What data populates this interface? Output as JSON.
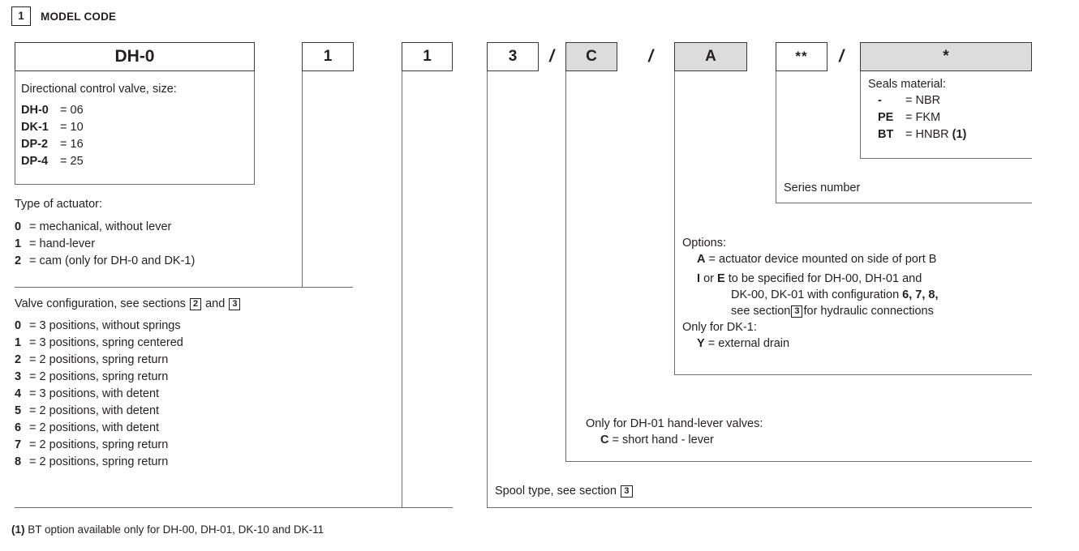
{
  "section": {
    "number": "1",
    "title": "MODEL CODE"
  },
  "code_boxes": [
    {
      "value": "DH-0",
      "shaded": false
    },
    {
      "value": "1",
      "shaded": false
    },
    {
      "value": "1",
      "shaded": false
    },
    {
      "value": "3",
      "shaded": false
    },
    {
      "value": "C",
      "shaded": true
    },
    {
      "value": "A",
      "shaded": true
    },
    {
      "value": "**",
      "shaded": false
    },
    {
      "value": "*",
      "shaded": true
    }
  ],
  "separators": {
    "slash": "/"
  },
  "size_block": {
    "heading": "Directional control valve, size:",
    "items": [
      {
        "key": "DH-0",
        "eq": "=",
        "value": "06"
      },
      {
        "key": "DK-1",
        "eq": "=",
        "value": "10"
      },
      {
        "key": "DP-2",
        "eq": "=",
        "value": "16"
      },
      {
        "key": "DP-4",
        "eq": "=",
        "value": "25"
      }
    ]
  },
  "actuator_block": {
    "heading": "Type of actuator:",
    "items": [
      {
        "key": "0",
        "eq": "=",
        "value": "mechanical, without lever"
      },
      {
        "key": "1",
        "eq": "=",
        "value": "hand-lever"
      },
      {
        "key": "2",
        "eq": "=",
        "value": "cam (only for DH-0 and DK-1)"
      }
    ]
  },
  "configuration_block": {
    "heading_pre": "Valve configuration, see sections",
    "heading_ref1": "2",
    "heading_mid": "and",
    "heading_ref2": "3",
    "items": [
      {
        "key": "0",
        "eq": "=",
        "value": "3 positions, without springs"
      },
      {
        "key": "1",
        "eq": "=",
        "value": "3 positions, spring centered"
      },
      {
        "key": "2",
        "eq": "=",
        "value": "2 positions, spring return"
      },
      {
        "key": "3",
        "eq": "=",
        "value": "2 positions, spring return"
      },
      {
        "key": "4",
        "eq": "=",
        "value": "3 positions, with detent"
      },
      {
        "key": "5",
        "eq": "=",
        "value": "2 positions, with detent"
      },
      {
        "key": "6",
        "eq": "=",
        "value": "2 positions, with detent"
      },
      {
        "key": "7",
        "eq": "=",
        "value": "2 positions, spring return"
      },
      {
        "key": "8",
        "eq": "=",
        "value": "2 positions, spring return"
      }
    ]
  },
  "spool_block": {
    "text_pre": "Spool type, see section",
    "ref": "3"
  },
  "hand_lever_block": {
    "heading": "Only for DH-01 hand-lever valves:",
    "item": {
      "key": "C",
      "eq": "=",
      "value": "short hand - lever"
    }
  },
  "options_block": {
    "heading": "Options:",
    "option_a": {
      "key": "A",
      "eq": "=",
      "value": "actuator device mounted on side of port B"
    },
    "option_ie": {
      "key1": "I",
      "conj": "or",
      "key2": "E",
      "line1": "to be specified for DH-00, DH-01 and",
      "line2_pre": "DK-00, DK-01 with configuration",
      "line2_bold": "6, 7, 8,",
      "line3_pre": "see section",
      "line3_ref": "3",
      "line3_post": "for hydraulic connections"
    },
    "dk_heading": "Only for DK-1:",
    "dk_item": {
      "key": "Y",
      "eq": "=",
      "value": "external drain"
    }
  },
  "series_block": {
    "text": "Series number"
  },
  "seals_block": {
    "heading": "Seals material:",
    "items": [
      {
        "key": "-",
        "eq": "=",
        "value": "NBR",
        "note": ""
      },
      {
        "key": "PE",
        "eq": "=",
        "value": "FKM",
        "note": ""
      },
      {
        "key": "BT",
        "eq": "=",
        "value": "HNBR",
        "note": "(1)"
      }
    ]
  },
  "footnote": {
    "marker": "(1)",
    "text": "BT option available only for DH-00, DH-01, DK-10 and DK-11"
  },
  "colors": {
    "shaded_box": "#dcdcdc",
    "line": "#6d6d6d",
    "box_border": "#3a3a3a",
    "text": "#231f20"
  }
}
